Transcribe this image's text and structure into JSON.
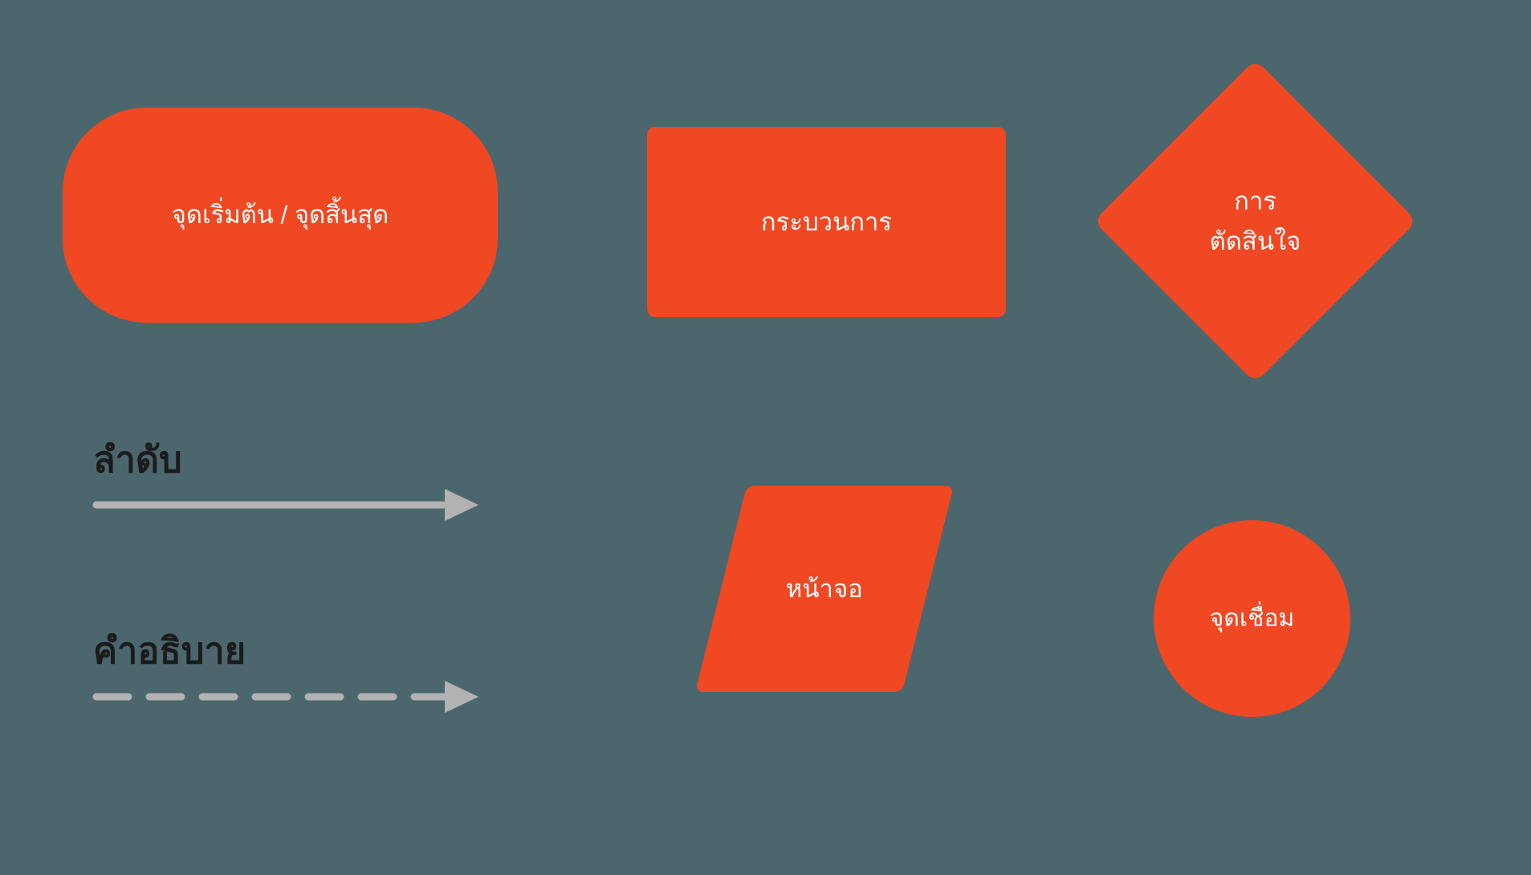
{
  "colors": {
    "background": "#4C666D",
    "shape_fill": "#EF4823",
    "shape_text": "#FFFFFF",
    "arrow": "#B2B2B2",
    "label_text": "#1B1B1B"
  },
  "legend": {
    "terminator_label": "จุดเริ่มต้น / จุดสิ้นสุด",
    "process_label": "กระบวนการ",
    "decision_label_line1": "การ",
    "decision_label_line2": "ตัดสินใจ",
    "sequence_label": "ลำดับ",
    "description_label": "คำอธิบาย",
    "display_label": "หน้าจอ",
    "connector_label": "จุดเชื่อม"
  }
}
